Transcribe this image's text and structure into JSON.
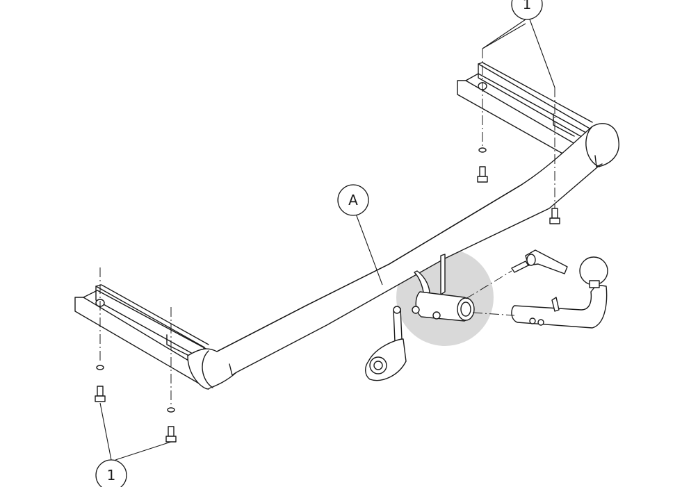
{
  "callouts": {
    "fastener_top": "1",
    "fastener_bottom": "1",
    "crossbar": "A"
  },
  "colors": {
    "line": "#1a1a1a",
    "highlight": "#d9d9d9",
    "background": "#ffffff"
  }
}
